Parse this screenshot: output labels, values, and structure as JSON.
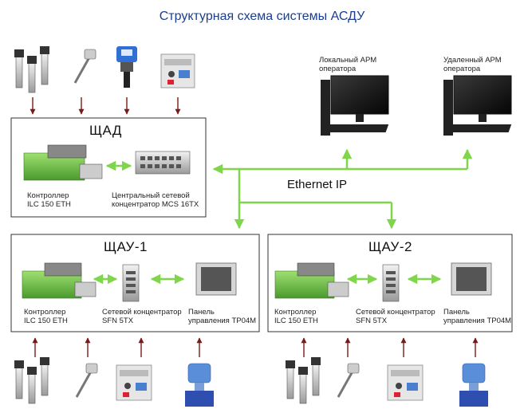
{
  "title": "Структурная схема системы АСДУ",
  "network_label": "Ethernet IP",
  "workstations": [
    {
      "line1": "Локальный АРМ",
      "line2": "оператора"
    },
    {
      "line1": "Удаленный АРМ",
      "line2": "оператора"
    }
  ],
  "cabinets": [
    {
      "title": "ЩАД",
      "controller": {
        "line1": "Контроллер",
        "line2": "ILC 150 ETH"
      },
      "hub": {
        "line1": "Центральный сетевой",
        "line2": "концентратор MCS 16TX"
      }
    },
    {
      "title": "ЩАУ-1",
      "controller": {
        "line1": "Контроллер",
        "line2": "ILC 150 ETH"
      },
      "hub": {
        "line1": "Сетевой концентратор",
        "line2": "SFN 5TX"
      },
      "panel": {
        "line1": "Панель",
        "line2": "управления TP04M"
      }
    },
    {
      "title": "ЩАУ-2",
      "controller": {
        "line1": "Контроллер",
        "line2": "ILC 150 ETH"
      },
      "hub": {
        "line1": "Сетевой концентратор",
        "line2": "SFN 5TX"
      },
      "panel": {
        "line1": "Панель",
        "line2": "управления TP04M"
      }
    }
  ],
  "colors": {
    "title": "#1a3f8f",
    "network_line": "#7fd64a",
    "sensor_arrow": "#7a1a1a",
    "device_green": "#6cc24a",
    "cabinet_border": "#333333"
  }
}
